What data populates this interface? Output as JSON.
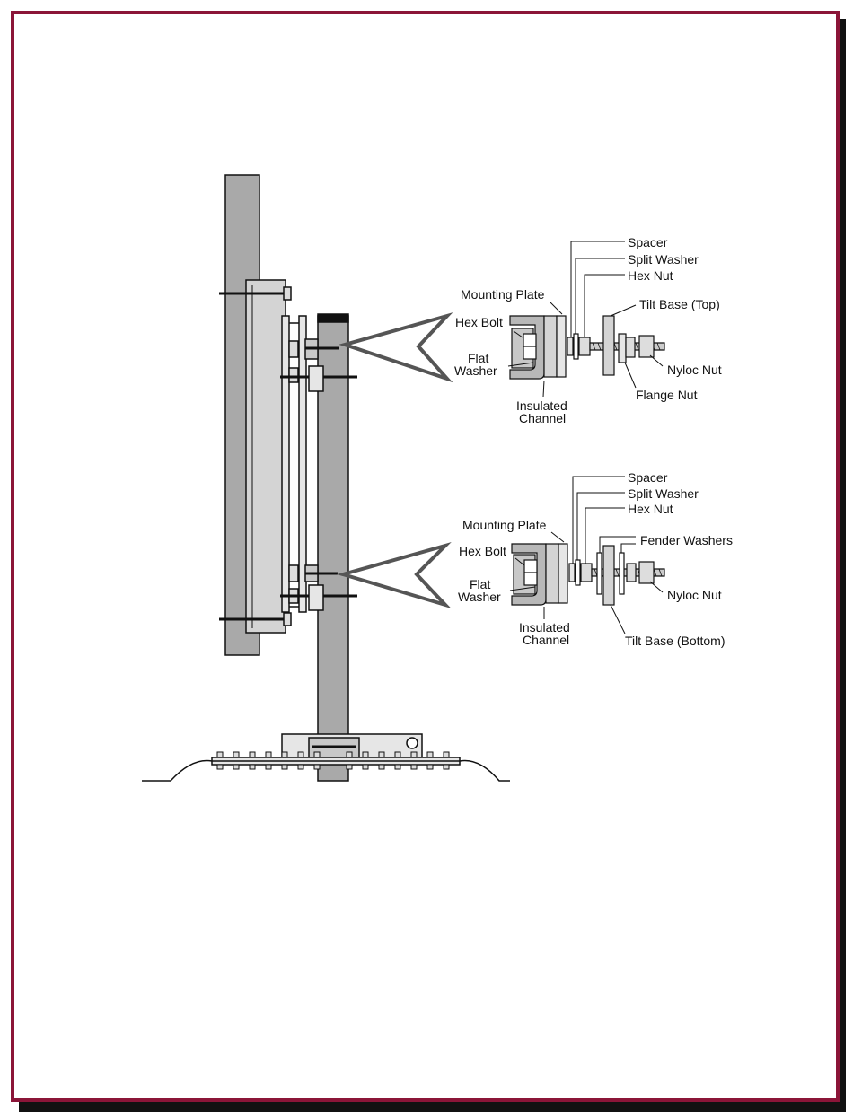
{
  "colors": {
    "frame": "#8b1538",
    "shadow": "#111111",
    "pole_fill": "#a9a9a9",
    "panel_fill": "#d4d4d4",
    "channel_fill": "#b8b8b8",
    "line": "#111111"
  },
  "top_detail": {
    "spacer": "Spacer",
    "split_washer": "Split Washer",
    "hex_nut": "Hex Nut",
    "mounting_plate": "Mounting Plate",
    "tilt_base": "Tilt Base (Top)",
    "hex_bolt": "Hex Bolt",
    "flat_washer_1": "Flat",
    "flat_washer_2": "Washer",
    "nyloc_nut": "Nyloc Nut",
    "flange_nut": "Flange Nut",
    "insulated_channel_1": "Insulated",
    "insulated_channel_2": "Channel"
  },
  "bottom_detail": {
    "spacer": "Spacer",
    "split_washer": "Split Washer",
    "hex_nut": "Hex Nut",
    "mounting_plate": "Mounting Plate",
    "fender_washers": "Fender Washers",
    "hex_bolt": "Hex Bolt",
    "flat_washer_1": "Flat",
    "flat_washer_2": "Washer",
    "nyloc_nut": "Nyloc Nut",
    "insulated_channel_1": "Insulated",
    "insulated_channel_2": "Channel",
    "tilt_base": "Tilt Base (Bottom)"
  }
}
